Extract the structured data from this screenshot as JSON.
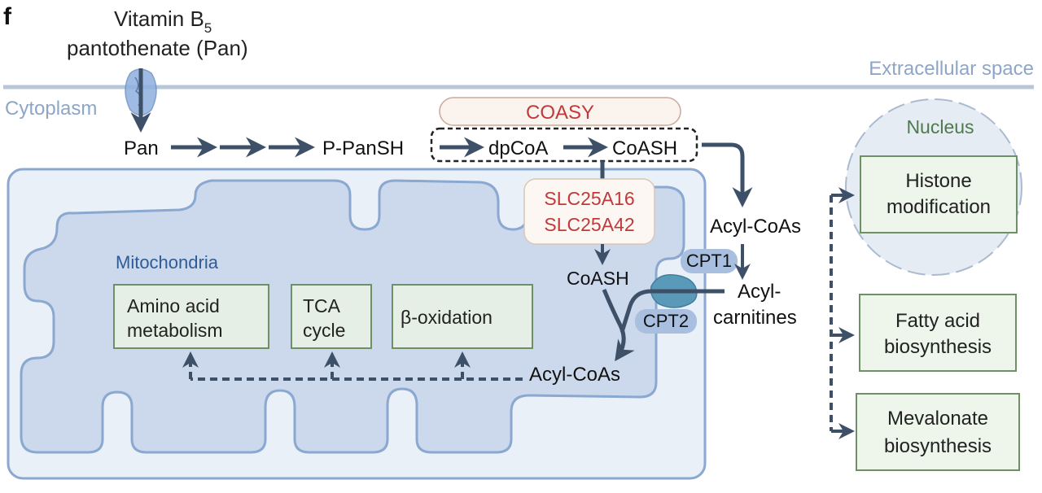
{
  "panel_label": "f",
  "vitamin": {
    "line1": "Vitamin B",
    "subscript": "5",
    "line2": "pantothenate (Pan)"
  },
  "compartments": {
    "extracellular": "Extracellular space",
    "cytoplasm": "Cytoplasm",
    "mitochondria": "Mitochondria",
    "nucleus": "Nucleus"
  },
  "pathway": {
    "pan": "Pan",
    "ppansh": "P-PanSH",
    "dpcoa": "dpCoA",
    "coash": "CoASH",
    "coasy": "COASY"
  },
  "transporters": {
    "line1": "SLC25A16",
    "line2": "SLC25A42"
  },
  "mito": {
    "coash": "CoASH",
    "acyl_coas": "Acyl-CoAs",
    "cpt1": "CPT1",
    "cpt2": "CPT2",
    "boxes": [
      {
        "line1": "Amino acid",
        "line2": "metabolism"
      },
      {
        "line1": "TCA",
        "line2": "cycle"
      },
      {
        "line1": "β-oxidation",
        "line2": ""
      }
    ]
  },
  "cytosol": {
    "acyl_coas": "Acyl-CoAs",
    "acylcarn_line1": "Acyl-",
    "acylcarn_line2": "carnitines"
  },
  "outputs": [
    {
      "line1": "Histone",
      "line2": "modification"
    },
    {
      "line1": "Fatty acid",
      "line2": "biosynthesis"
    },
    {
      "line1": "Mevalonate",
      "line2": "biosynthesis"
    }
  ],
  "colors": {
    "arrow": "#3d5068",
    "membrane": "#b7c6d9",
    "label_blue": "#8ea6c6",
    "mito_title": "#2d5c96",
    "enzyme_red": "#c0393b",
    "box_fill": "#e9f2e6",
    "box_border": "#6f8f66",
    "nucleus_text": "#4f7a4c"
  }
}
